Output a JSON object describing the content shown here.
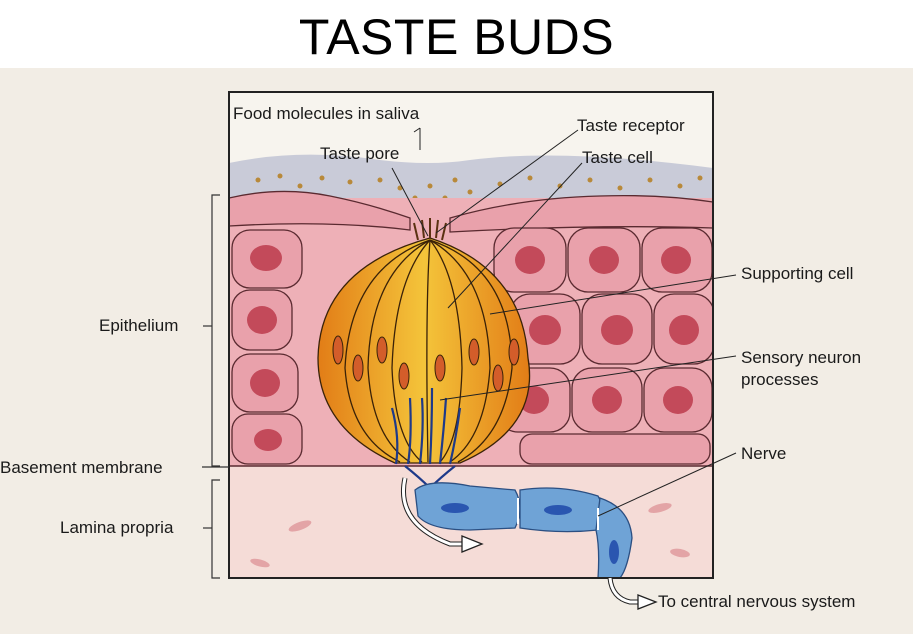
{
  "title": "TASTE BUDS",
  "labels": {
    "food_molecules": "Food molecules in saliva",
    "taste_pore": "Taste pore",
    "taste_receptor": "Taste receptor",
    "taste_cell": "Taste cell",
    "supporting_cell": "Supporting cell",
    "sensory_neuron_line1": "Sensory neuron",
    "sensory_neuron_line2": "processes",
    "nerve": "Nerve",
    "to_cns": "To central nervous system",
    "epithelium": "Epithelium",
    "basement_membrane": "Basement membrane",
    "lamina_propria": "Lamina propria"
  },
  "colors": {
    "epithelial_cell": "#e8a3ac",
    "nucleus": "#c24858",
    "saliva": "#c9cbd8",
    "taste_bud_outer": "#e8921c",
    "taste_bud_inner": "#f3c53a",
    "nerve": "#6fa3d6",
    "lamina": "#f4d8d4"
  }
}
